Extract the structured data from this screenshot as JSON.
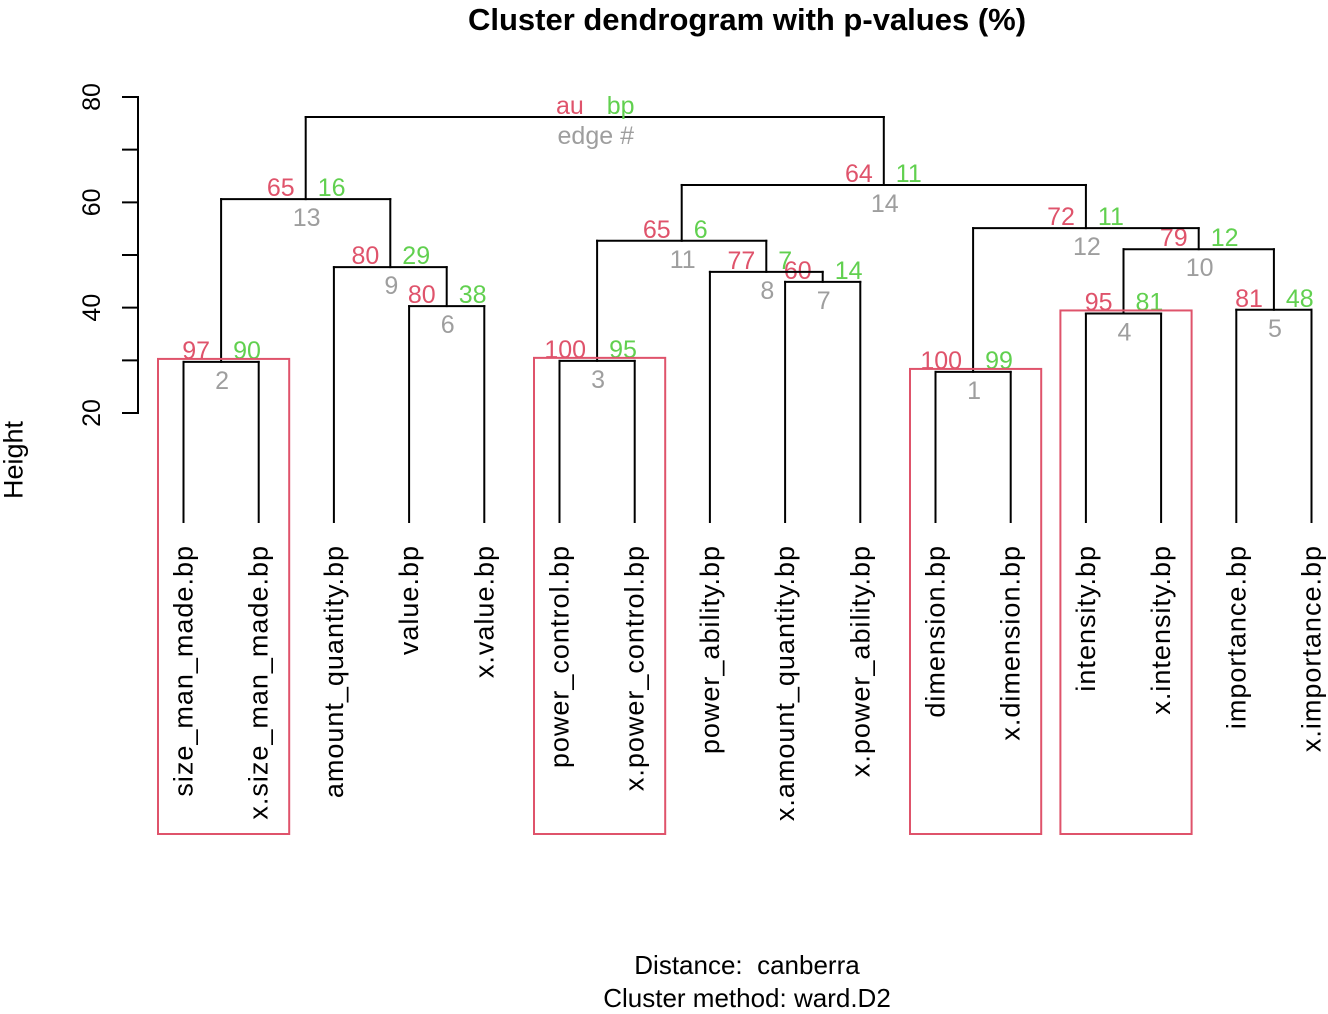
{
  "chart_data": {
    "type": "dendrogram",
    "title": "Cluster dendrogram with p-values (%)",
    "ylabel": "Height",
    "ylim": [
      20,
      80
    ],
    "grid": false,
    "footer_lines": [
      "Distance:  canberra",
      "Cluster method: ward.D2"
    ],
    "distance": "canberra",
    "cluster_method": "ward.D2",
    "legend": {
      "au_label": "au",
      "bp_label": "bp",
      "edge_label": "edge #"
    },
    "colors": {
      "au": "#DF536B",
      "bp": "#61D04F",
      "edge_number": "#9E9E9E",
      "line": "#000000",
      "cluster_rect": "#DF536B"
    },
    "y_axis": {
      "ticks": [
        {
          "value": 20,
          "label": "20"
        },
        {
          "value": 30,
          "label": ""
        },
        {
          "value": 40,
          "label": "40"
        },
        {
          "value": 50,
          "label": ""
        },
        {
          "value": 60,
          "label": "60"
        },
        {
          "value": 70,
          "label": ""
        },
        {
          "value": 80,
          "label": "80"
        }
      ]
    },
    "leaves": [
      "size_man_made.bp",
      "x.size_man_made.bp",
      "amount_quantity.bp",
      "value.bp",
      "x.value.bp",
      "power_control.bp",
      "x.power_control.bp",
      "power_ability.bp",
      "x.amount_quantity.bp",
      "x.power_ability.bp",
      "dimension.bp",
      "x.dimension.bp",
      "intensity.bp",
      "x.intensity.bp",
      "importance.bp",
      "x.importance.bp"
    ],
    "nodes": [
      {
        "id": 1,
        "children": [
          "L11",
          "L12"
        ],
        "height": 27.8,
        "au": 100,
        "bp": 99
      },
      {
        "id": 2,
        "children": [
          "L1",
          "L2"
        ],
        "height": 29.7,
        "au": 97,
        "bp": 90
      },
      {
        "id": 3,
        "children": [
          "L6",
          "L7"
        ],
        "height": 29.9,
        "au": 100,
        "bp": 95
      },
      {
        "id": 4,
        "children": [
          "L13",
          "L14"
        ],
        "height": 38.9,
        "au": 95,
        "bp": 81
      },
      {
        "id": 5,
        "children": [
          "L15",
          "L16"
        ],
        "height": 39.6,
        "au": 81,
        "bp": 48
      },
      {
        "id": 6,
        "children": [
          "L4",
          "L5"
        ],
        "height": 40.3,
        "au": 80,
        "bp": 38
      },
      {
        "id": 7,
        "children": [
          "L9",
          "L10"
        ],
        "height": 44.9,
        "au": 60,
        "bp": 14
      },
      {
        "id": 8,
        "children": [
          "L8",
          "N7"
        ],
        "height": 46.8,
        "au": 77,
        "bp": 7
      },
      {
        "id": 9,
        "children": [
          "L3",
          "N6"
        ],
        "height": 47.7,
        "au": 80,
        "bp": 29
      },
      {
        "id": 10,
        "children": [
          "N4",
          "N5"
        ],
        "height": 51.1,
        "au": 79,
        "bp": 12
      },
      {
        "id": 11,
        "children": [
          "N3",
          "N8"
        ],
        "height": 52.7,
        "au": 65,
        "bp": 6
      },
      {
        "id": 12,
        "children": [
          "N1",
          "N10"
        ],
        "height": 55.1,
        "au": 72,
        "bp": 11
      },
      {
        "id": 13,
        "children": [
          "N2",
          "N9"
        ],
        "height": 60.6,
        "au": 65,
        "bp": 16
      },
      {
        "id": 14,
        "children": [
          "N11",
          "N12"
        ],
        "height": 63.3,
        "au": 64,
        "bp": 11
      },
      {
        "id": 15,
        "children": [
          "N13",
          "N14"
        ],
        "height": 76.2,
        "au": null,
        "bp": null,
        "is_root": true
      }
    ],
    "highlight_rect_clusters": [
      2,
      3,
      1,
      4
    ]
  }
}
